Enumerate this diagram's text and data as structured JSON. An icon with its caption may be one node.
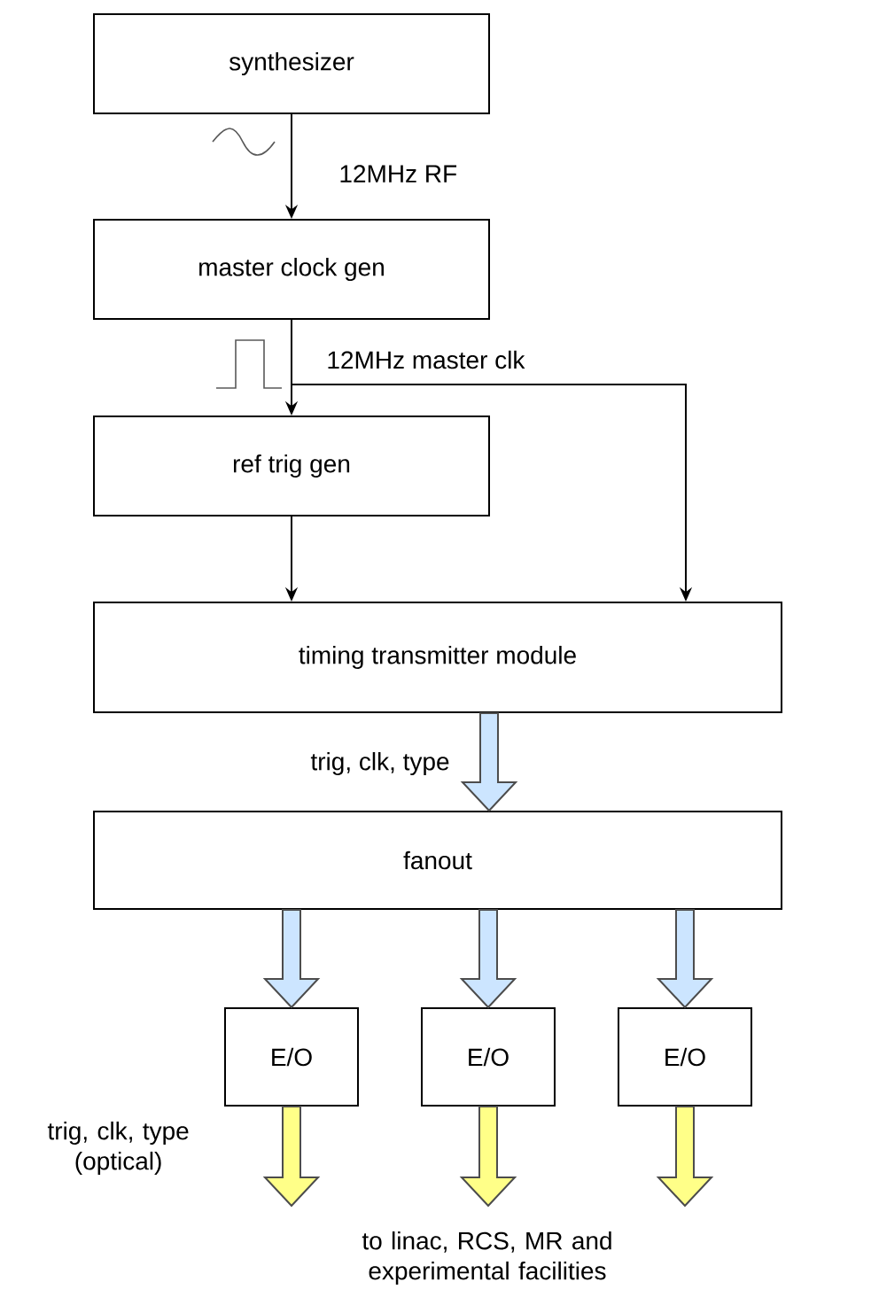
{
  "diagram": {
    "nodes": [
      {
        "text": [
          "synthesizer"
        ]
      },
      {
        "text": [
          "master clock gen"
        ]
      },
      {
        "text": [
          "ref trig gen"
        ]
      },
      {
        "text": [
          "timing transmitter module"
        ]
      },
      {
        "text": [
          "fanout"
        ]
      },
      {
        "text": [
          "E/O"
        ]
      },
      {
        "text": [
          "E/O"
        ]
      },
      {
        "text": [
          "E/O"
        ]
      }
    ],
    "edges": [
      {
        "from": 0,
        "to": 1,
        "arrow": "to",
        "label": "12MHz RF"
      },
      {
        "from": 1,
        "to": 2,
        "arrow": "to"
      },
      {
        "from": 1,
        "to": 3,
        "arrow": "to",
        "label": "12MHz master clk"
      },
      {
        "from": 2,
        "to": 3,
        "arrow": "to"
      },
      {
        "from": 3,
        "to": 4,
        "arrow": "to",
        "label": "trig, clk, type",
        "style": "thick",
        "color": "#cce5ff"
      },
      {
        "from": 4,
        "to": 5,
        "arrow": "to",
        "style": "thick",
        "color": "#cce5ff"
      },
      {
        "from": 4,
        "to": 6,
        "arrow": "to",
        "style": "thick",
        "color": "#cce5ff"
      },
      {
        "from": 4,
        "to": 7,
        "arrow": "to",
        "style": "thick",
        "color": "#cce5ff"
      },
      {
        "from": 5,
        "to": null,
        "arrow": "to",
        "label": "trig, clk, type (optical)",
        "style": "thick",
        "color": "#ffff88"
      },
      {
        "from": 6,
        "to": null,
        "arrow": "to",
        "style": "thick",
        "color": "#ffff88"
      },
      {
        "from": 7,
        "to": null,
        "arrow": "to",
        "style": "thick",
        "color": "#ffff88"
      }
    ],
    "labels": [
      "to linac, RCS, MR and experimental facilities"
    ]
  }
}
